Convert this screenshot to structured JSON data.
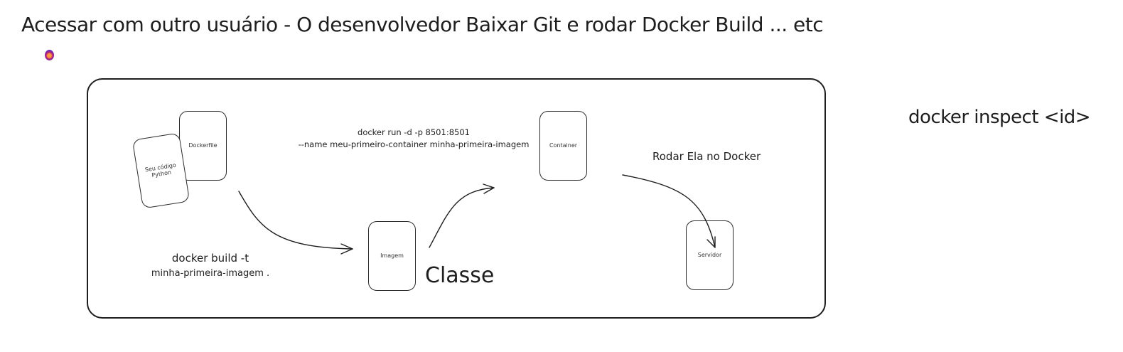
{
  "heading": "Acessar com outro usuário - O desenvolvedor Baixar Git e rodar Docker Build ... etc",
  "side_note": "docker inspect <id>",
  "cards": {
    "python_code": "Seu código Python",
    "dockerfile": "Dockerfile",
    "image": "Imagem",
    "container": "Container",
    "server": "Servidor"
  },
  "labels": {
    "build_line1": "docker build -t",
    "build_line2": "minha-primeira-imagem .",
    "run_line1": "docker run -d -p 8501:8501",
    "run_line2": "--name meu-primeiro-container minha-primeira-imagem",
    "deploy": "Rodar Ela no Docker",
    "classe": "Classe"
  },
  "colors": {
    "stroke": "#1e1e1e",
    "background": "#ffffff"
  }
}
